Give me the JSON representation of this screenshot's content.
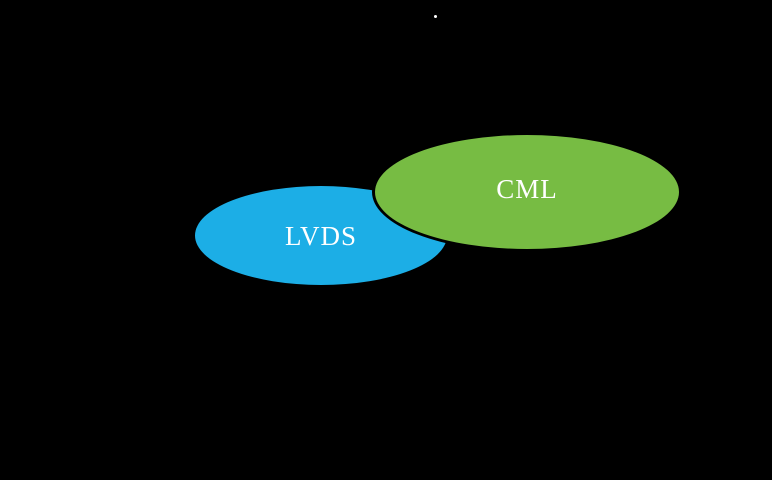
{
  "diagram": {
    "ellipses": [
      {
        "id": "lvds",
        "label": "LVDS",
        "color": "#1caee6"
      },
      {
        "id": "cml",
        "label": "CML",
        "color": "#77bc43"
      }
    ]
  },
  "colors": {
    "background": "#000000",
    "lvds": "#1caee6",
    "cml": "#77bc43",
    "text": "#ffffff"
  }
}
